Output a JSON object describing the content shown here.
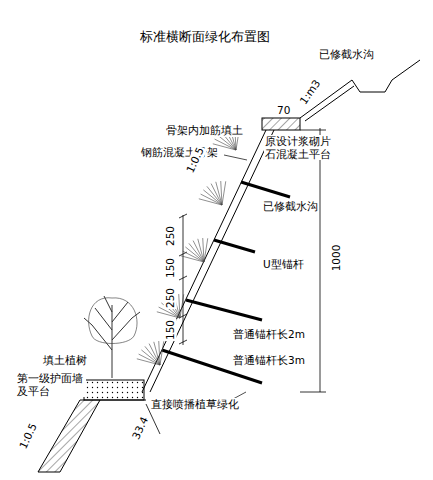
{
  "diagram": {
    "title": "标准横断面绿化布置图",
    "labels": [
      "已修截水沟",
      "1:m3",
      "70",
      "骨架内加筋填土",
      "钢筋混凝土骨架",
      "原设计浆砌片石混凝土平台",
      "已修截水沟",
      "1:0.5",
      "250",
      "150",
      "U型锚杆",
      "250",
      "150",
      "1000",
      "普通锚杆长2m",
      "普通锚杆长3m",
      "填土植树",
      "第一级护面墙及平台",
      "直接喷播植草绿化",
      "1:0.5",
      "33.4"
    ]
  }
}
